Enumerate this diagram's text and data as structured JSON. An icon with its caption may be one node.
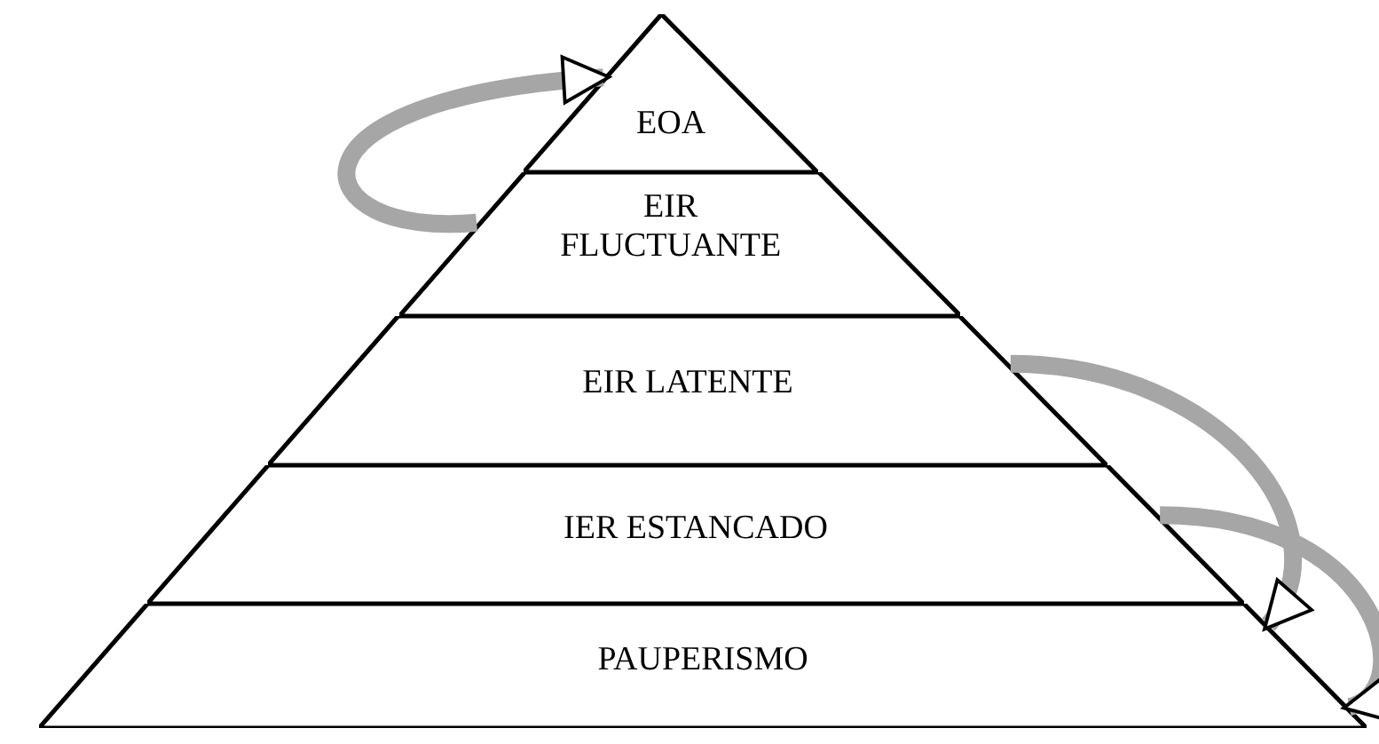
{
  "diagram": {
    "nodes": [
      {
        "text": [
          "EOA"
        ]
      },
      {
        "text": [
          "EIR FLUCTUANTE"
        ]
      },
      {
        "text": [
          "EIR LATENTE"
        ]
      },
      {
        "text": [
          "IER ESTANCADO"
        ]
      },
      {
        "text": [
          "PAUPERISMO"
        ]
      }
    ],
    "edges": [
      {
        "from": 1,
        "to": 0,
        "arrow": "to"
      },
      {
        "from": 2,
        "to": 4,
        "arrow": "to"
      },
      {
        "from": 3,
        "to": 4,
        "arrow": "to"
      }
    ]
  }
}
